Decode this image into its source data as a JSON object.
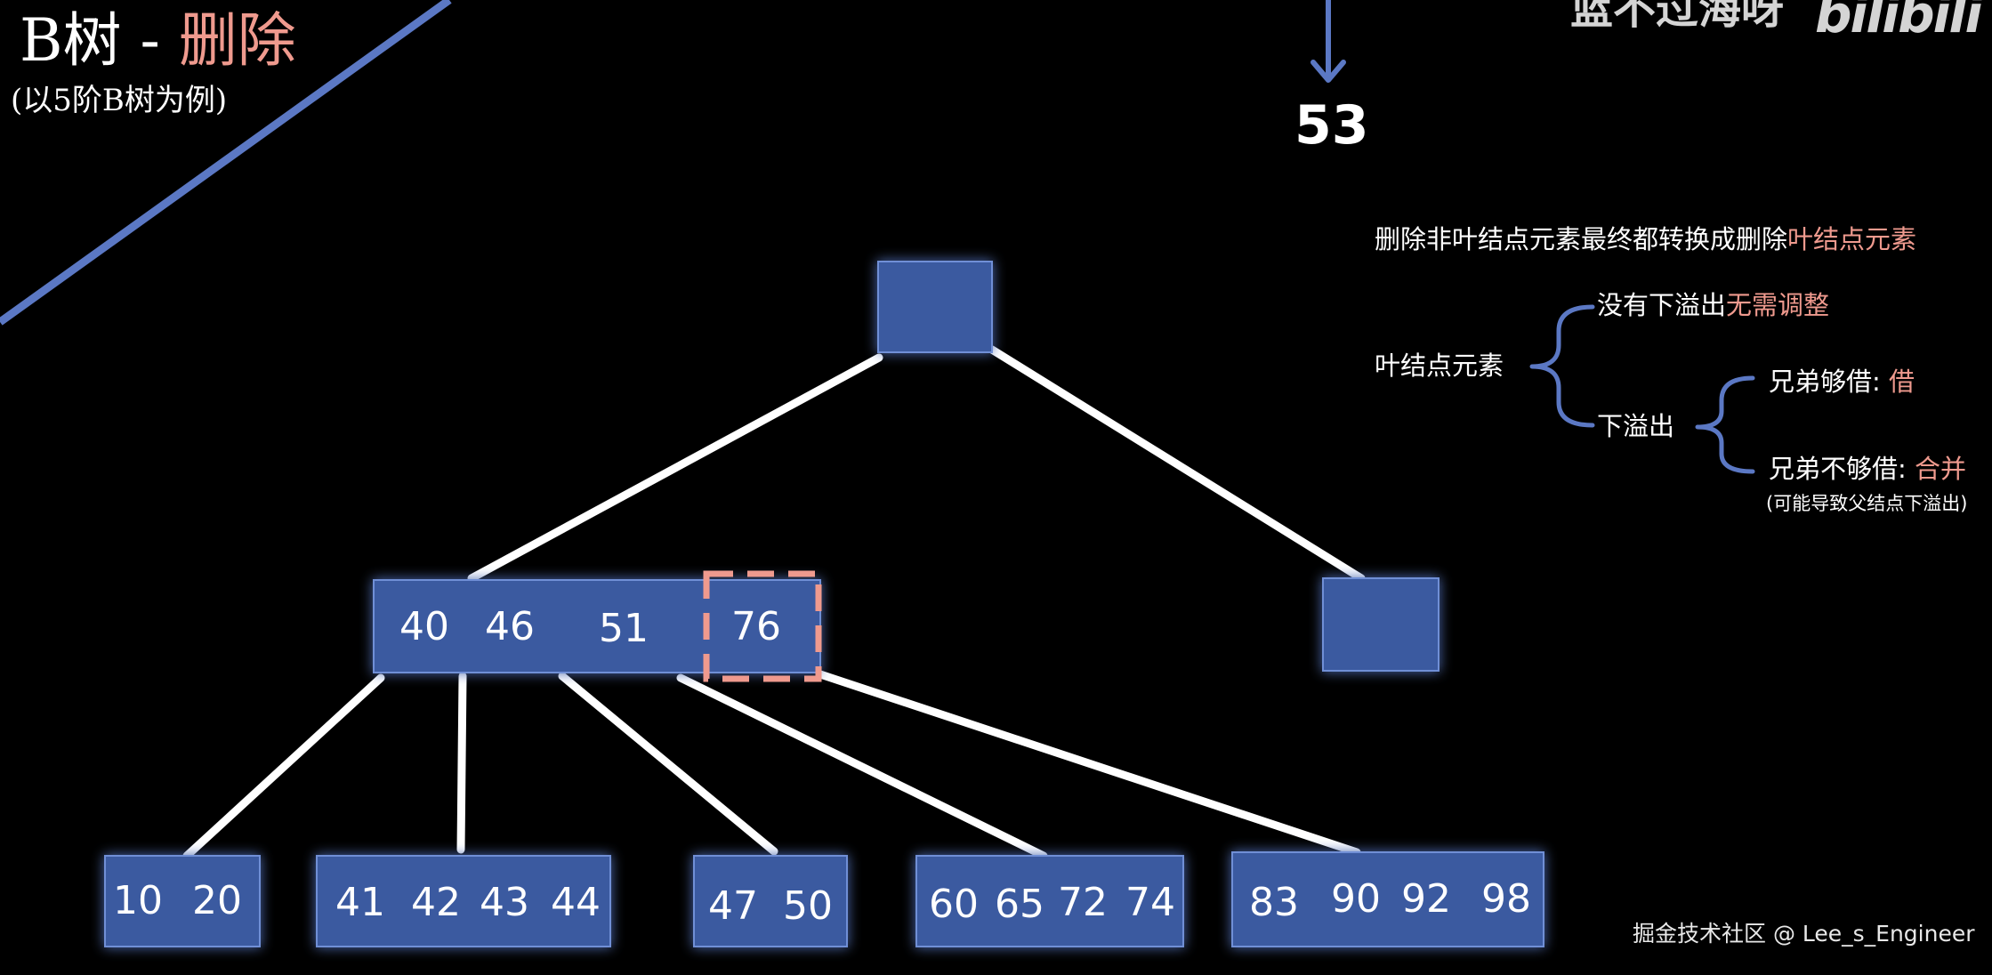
{
  "header": {
    "title_prefix": "B树 - ",
    "title_accent": "删除",
    "subtitle": "(以5阶B树为例)"
  },
  "branding": {
    "channel": "蓝不过海呀",
    "logo": "bilibili"
  },
  "operation": {
    "key": "53",
    "arrow_icon": "arrow-down-icon"
  },
  "tree": {
    "root": {
      "keys": []
    },
    "level1": [
      {
        "keys": [
          "40",
          "46",
          "51",
          "76"
        ],
        "highlighted_key": "76"
      },
      {
        "keys": []
      }
    ],
    "leaves": [
      {
        "keys": [
          "10",
          "20"
        ]
      },
      {
        "keys": [
          "41",
          "42",
          "43",
          "44"
        ]
      },
      {
        "keys": [
          "47",
          "50"
        ]
      },
      {
        "keys": [
          "60",
          "65",
          "72",
          "74"
        ]
      },
      {
        "keys": [
          "83",
          "90",
          "92",
          "98"
        ]
      }
    ]
  },
  "notes": {
    "headline_a": "删除非叶结点元素最终都转换成删除",
    "headline_b": "叶结点元素",
    "leaf_label": "叶结点元素",
    "no_underflow_a": "没有下溢出",
    "no_underflow_b": "无需调整",
    "underflow": "下溢出",
    "borrow_a": "兄弟够借: ",
    "borrow_b": "借",
    "merge_a": "兄弟不够借: ",
    "merge_b": "合并",
    "merge_note": "(可能导致父结点下溢出)"
  },
  "watermark": "掘金技术社区 @ Lee_s_Engineer",
  "colors": {
    "background": "#000000",
    "node_fill": "#3b5aa0",
    "accent": "#ef9a8e",
    "line": "#ffffff",
    "brace": "#5b78c4",
    "diagonal": "#5b78c4"
  }
}
